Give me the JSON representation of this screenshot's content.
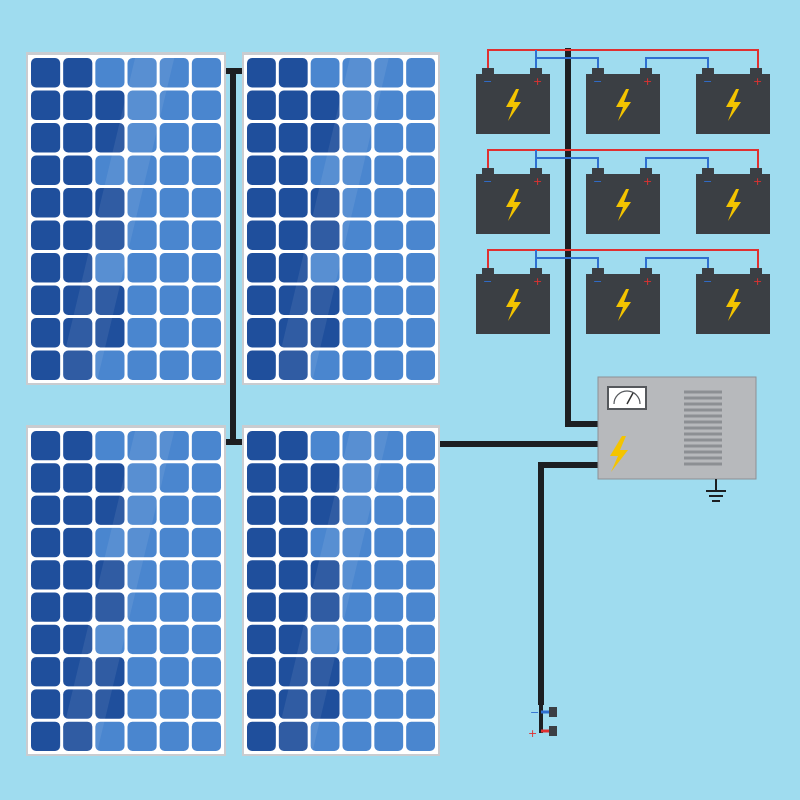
{
  "colors": {
    "background": "#9fdcef",
    "panel_frame": "#c9ccd0",
    "panel_cell_dark": "#1f4f9c",
    "panel_cell_light": "#4a86cf",
    "battery_body": "#3b3f44",
    "bolt": "#f4c400",
    "wire": "#1c1f22",
    "wire_positive": "#e03030",
    "wire_negative": "#2f6fd0",
    "controller_body": "#b7b9bc"
  },
  "panels": [
    {
      "name": "panel-top-left"
    },
    {
      "name": "panel-top-right"
    },
    {
      "name": "panel-bottom-left"
    },
    {
      "name": "panel-bottom-right"
    }
  ],
  "batteries": {
    "rows": 3,
    "per_row": 3,
    "positive_symbol": "+",
    "negative_symbol": "−",
    "icon": "lightning-bolt-icon"
  },
  "controller": {
    "icon": "lightning-bolt-icon",
    "meter_icon": "gauge-icon",
    "ground_icon": "ground-icon"
  },
  "output": {
    "negative_label": "−",
    "positive_label": "+"
  }
}
